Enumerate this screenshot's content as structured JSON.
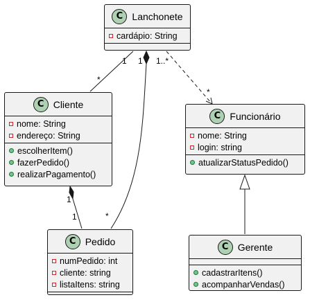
{
  "classes": {
    "lanchonete": {
      "icon": "C",
      "name": "Lanchonete",
      "attributes": [
        {
          "visibility": "private",
          "text": "cardápio: String"
        }
      ],
      "methods": []
    },
    "cliente": {
      "icon": "C",
      "name": "Cliente",
      "attributes": [
        {
          "visibility": "private",
          "text": "nome: String"
        },
        {
          "visibility": "private",
          "text": "endereço: String"
        }
      ],
      "methods": [
        {
          "visibility": "public",
          "text": "escolherItem()"
        },
        {
          "visibility": "public",
          "text": "fazerPedido()"
        },
        {
          "visibility": "public",
          "text": "realizarPagamento()"
        }
      ]
    },
    "funcionario": {
      "icon": "C",
      "name": "Funcionário",
      "attributes": [
        {
          "visibility": "private",
          "text": "nome: String"
        },
        {
          "visibility": "private",
          "text": "login: string"
        }
      ],
      "methods": [
        {
          "visibility": "public",
          "text": "atualizarStatusPedido()"
        }
      ]
    },
    "pedido": {
      "icon": "C",
      "name": "Pedido",
      "attributes": [
        {
          "visibility": "private",
          "text": "numPedido: int"
        },
        {
          "visibility": "private",
          "text": "cliente: string"
        },
        {
          "visibility": "private",
          "text": "listaItens: string"
        }
      ],
      "methods": []
    },
    "gerente": {
      "icon": "C",
      "name": "Gerente",
      "attributes": [],
      "methods": [
        {
          "visibility": "public",
          "text": "cadastrarItens()"
        },
        {
          "visibility": "public",
          "text": "acompanharVendas()"
        }
      ]
    }
  },
  "relationships": {
    "lanchonete_cliente": {
      "type": "association",
      "from_mult": "1",
      "to_mult": "*"
    },
    "lanchonete_pedido": {
      "type": "composition",
      "from_mult": "1",
      "to_mult": "*"
    },
    "lanchonete_funcionario": {
      "type": "dependency",
      "from_mult": "1..*",
      "to_mult": "*"
    },
    "cliente_pedido": {
      "type": "composition",
      "from_mult": "1",
      "to_mult": "1"
    },
    "gerente_funcionario": {
      "type": "generalization"
    }
  },
  "colors": {
    "class_fill": "#f1f1f1",
    "class_border": "#181818",
    "badge_fill": "#add1b2",
    "private_marker": "#c82930",
    "public_marker": "#84be84",
    "line": "#181818"
  }
}
